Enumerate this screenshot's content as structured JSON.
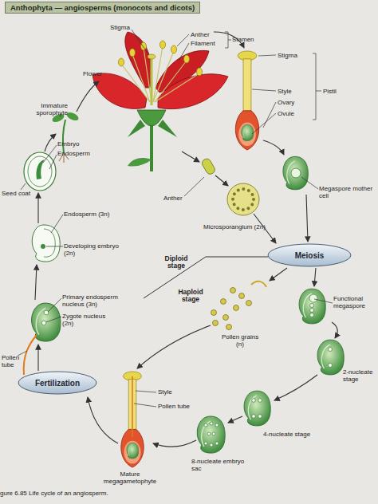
{
  "diagram": {
    "title": "Anthophyta — angiosperms (monocots and dicots)",
    "caption": "gure 6.85 Life cycle of an angiosperm.",
    "nodes": [
      {
        "text": [
          "Meiosis"
        ]
      },
      {
        "text": [
          "Fertilization"
        ]
      }
    ],
    "labels": [
      "Flower",
      "Stigma",
      "Anther",
      "Filament",
      "Stamen",
      "Stigma",
      "Style",
      "Ovary",
      "Ovule",
      "Pistil",
      "Immature sporophyte",
      "Embryo",
      "Endosperm",
      "Seed coat",
      "Anther",
      "Microsporangium (2n)",
      "Megaspore mother cell",
      "Endosperm (3n)",
      "Developing embryo (2n)",
      "Diploid stage",
      "Haploid stage",
      "Primary endosperm nucleus (3n)",
      "Zygote nucleus (2n)",
      "Pollen tube",
      "Pollen grains (n)",
      "Functional megaspore",
      "2-nucleate stage",
      "Style",
      "Pollen tube",
      "4-nucleate stage",
      "Mature megagametophyte",
      "8-nucleate embryo sac"
    ]
  }
}
